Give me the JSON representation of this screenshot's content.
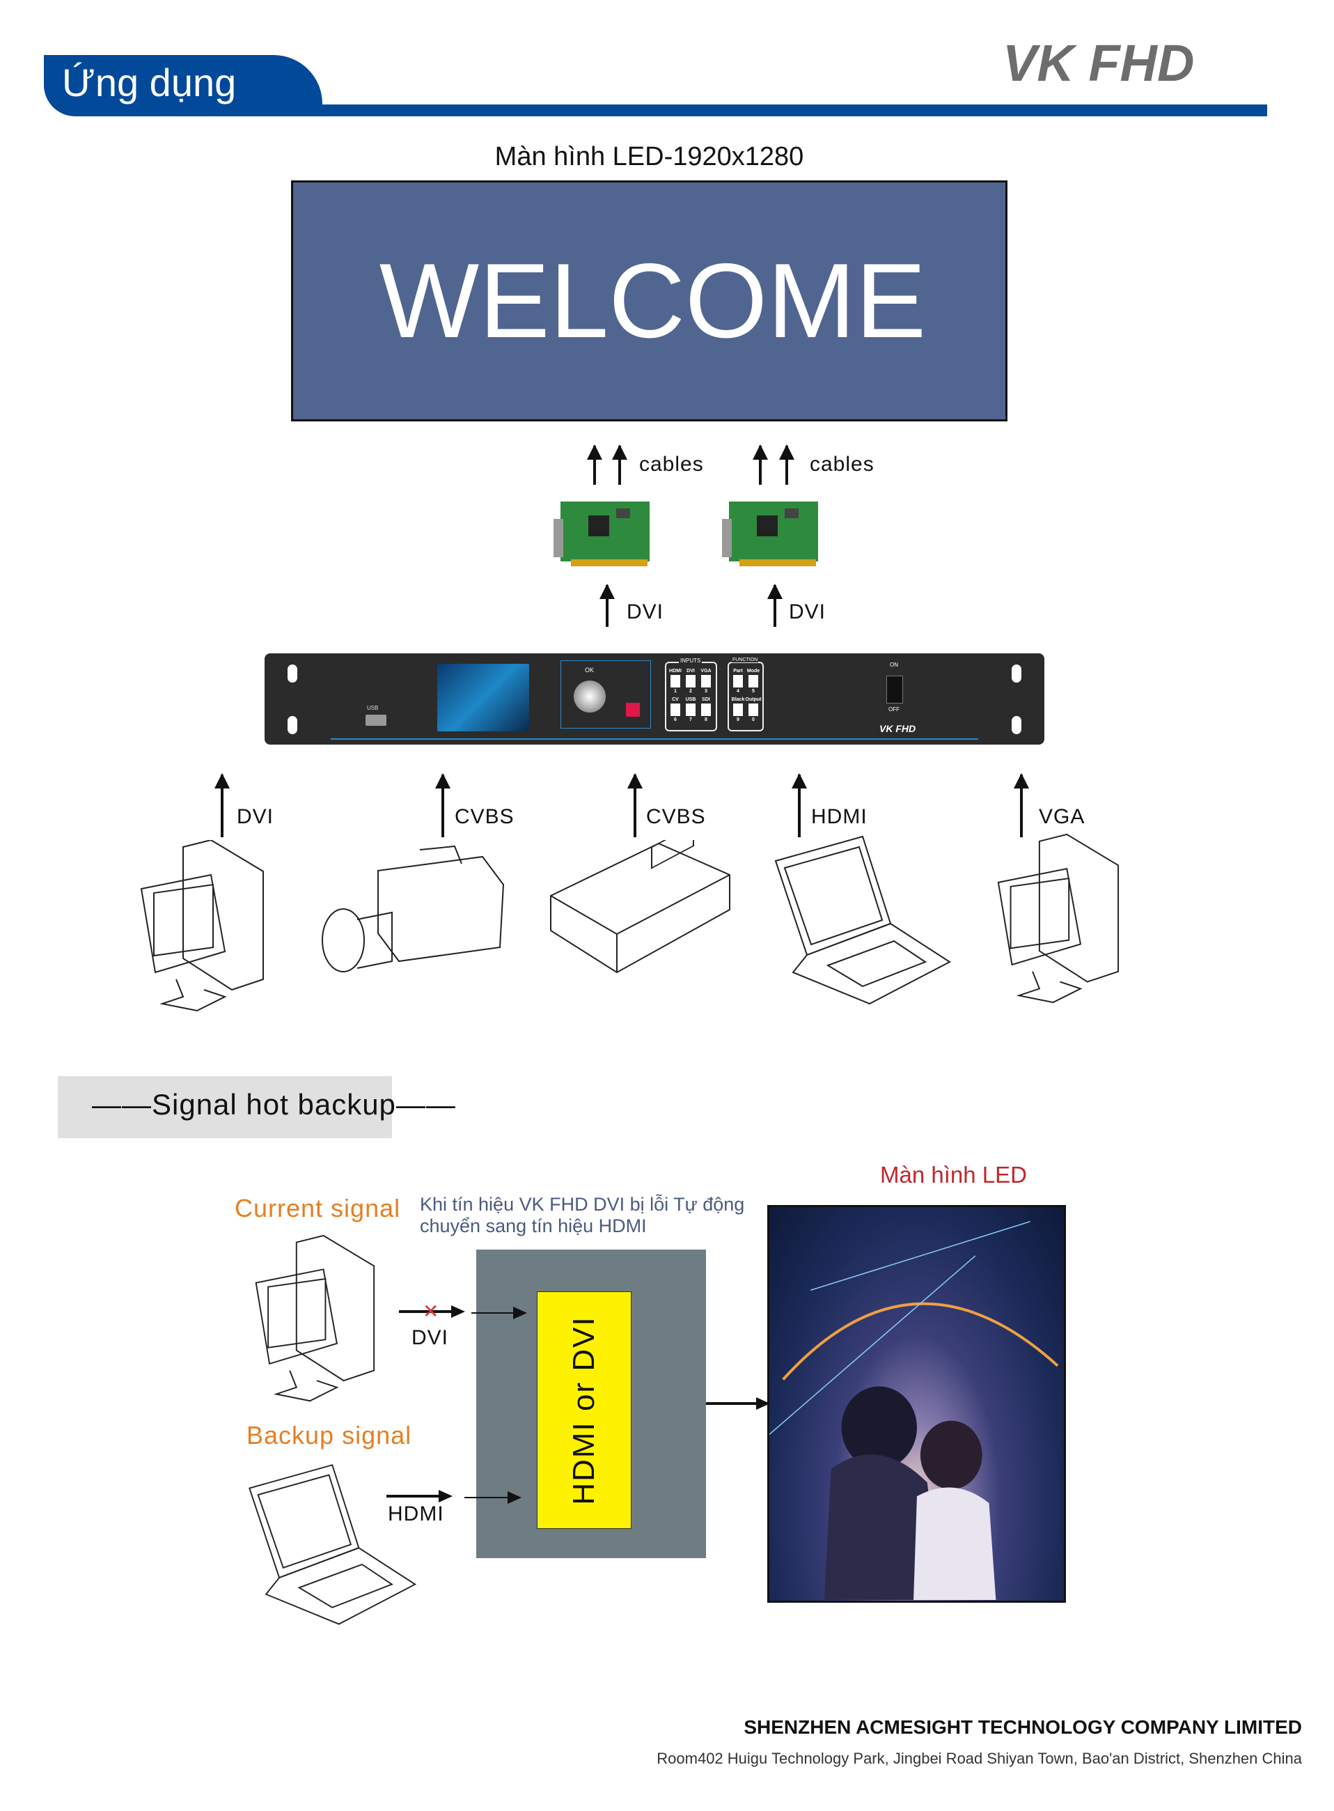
{
  "header": {
    "section_title": "Ứng dụng",
    "brand": "VK FHD"
  },
  "led_screen": {
    "title": "Màn hình LED-1920x1280",
    "text": "WELCOME",
    "color": "#516591"
  },
  "cables": [
    {
      "label": "cables",
      "input": "DVI"
    },
    {
      "label": "cables",
      "input": "DVI"
    }
  ],
  "device": {
    "usb": "USB",
    "ok": "OK",
    "inputs_title": "INPUTS",
    "inputs": [
      "HDMI",
      "DVI",
      "VGA",
      "CV",
      "USB",
      "SDI"
    ],
    "input_nums": [
      "1",
      "2",
      "3",
      "6",
      "7",
      "8"
    ],
    "function_title": "FUNCTION",
    "functions": [
      "Part",
      "Mode",
      "Black",
      "Output"
    ],
    "function_nums": [
      "4",
      "5",
      "9",
      "0"
    ],
    "on": "ON",
    "off": "OFF",
    "brand": "VK FHD"
  },
  "sources": [
    {
      "label": "DVI",
      "icon": "desktop-computer-icon"
    },
    {
      "label": "CVBS",
      "icon": "video-camera-icon"
    },
    {
      "label": "CVBS",
      "icon": "media-player-icon"
    },
    {
      "label": "HDMI",
      "icon": "laptop-icon"
    },
    {
      "label": "VGA",
      "icon": "desktop-computer-icon"
    }
  ],
  "backup": {
    "heading": "——Signal hot backup——",
    "led_label": "Màn hình LED",
    "current": "Current signal",
    "note": "Khi tín hiệu VK FHD DVI bị lỗi Tự động chuyển sang tín hiệu HDMI",
    "current_port": "DVI",
    "backup": "Backup signal",
    "backup_port": "HDMI",
    "box_text": "HDMI or DVI"
  },
  "footer": {
    "company": "SHENZHEN ACMESIGHT TECHNOLOGY COMPANY LIMITED",
    "address": "Room402 Huigu Technology Park, Jingbei Road Shiyan Town, Bao'an District, Shenzhen China"
  }
}
